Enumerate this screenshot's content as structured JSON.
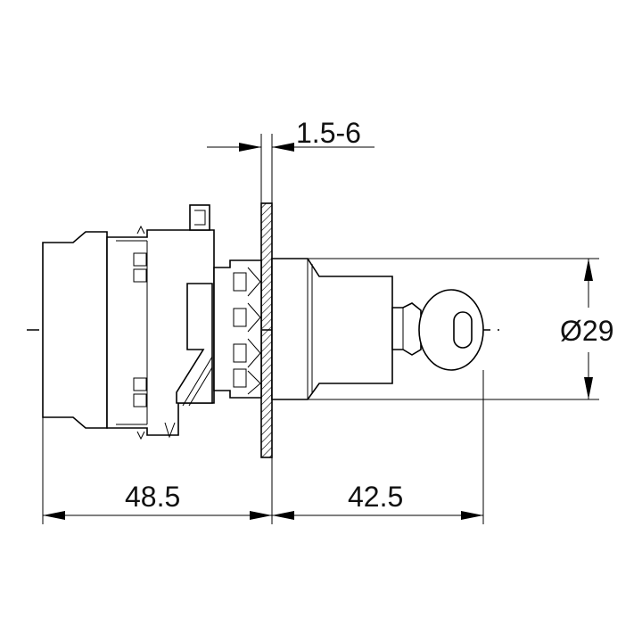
{
  "drawing": {
    "dimensions": {
      "panel_thickness": "1.5-6",
      "diameter": "Ø29",
      "rear_depth": "48.5",
      "front_depth": "42.5"
    },
    "colors": {
      "line": "#000000",
      "background": "#ffffff"
    }
  }
}
